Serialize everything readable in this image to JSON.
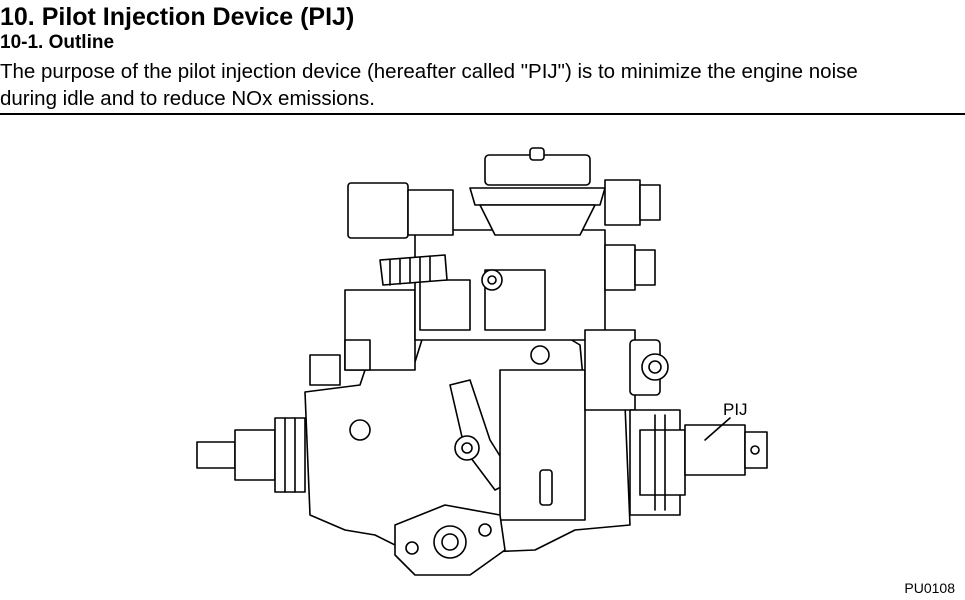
{
  "section": {
    "title": "10. Pilot Injection Device (PIJ)"
  },
  "subsection": {
    "title": "10-1. Outline"
  },
  "body": {
    "line1": "The purpose of the pilot injection device (hereafter called \"PIJ\") is to minimize the engine noise",
    "line2": "during idle and to reduce NOx emissions."
  },
  "figure": {
    "callout_label": "PIJ",
    "code": "PU0108",
    "icon": "injection-pump-illustration"
  }
}
